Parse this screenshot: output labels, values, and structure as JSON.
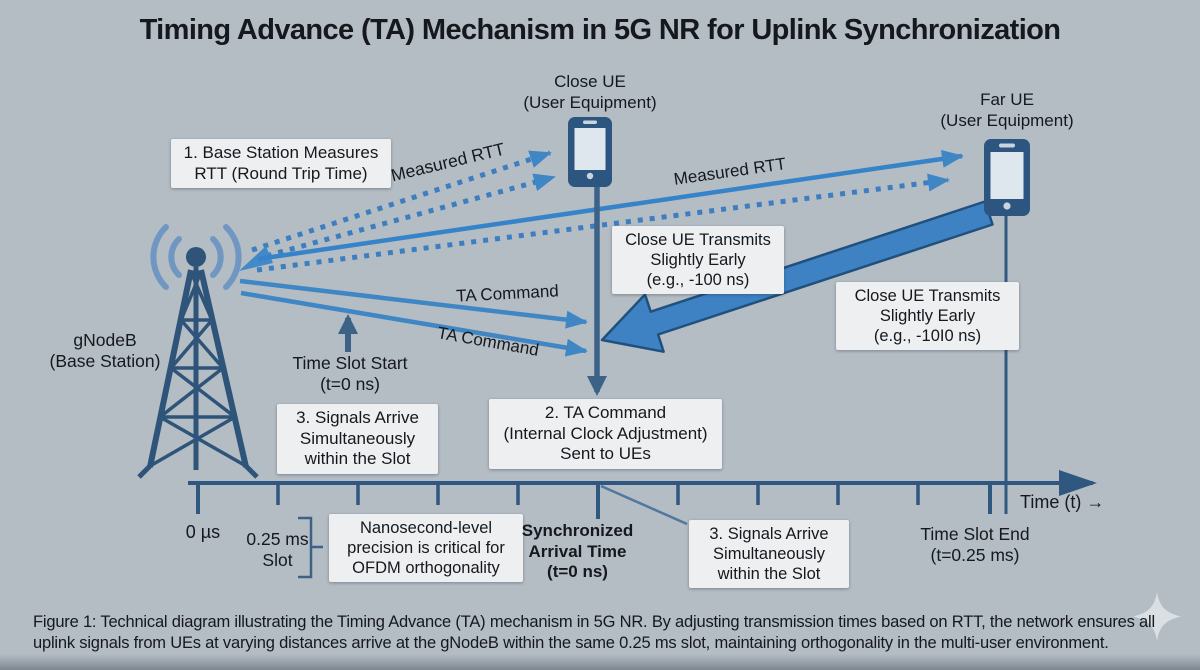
{
  "title": "Timing Advance (TA) Mechanism in 5G NR for Uplink Synchronization",
  "nodes": {
    "gnodeb": "gNodeB\n(Base Station)",
    "close_ue": "Close UE\n(User Equipment)",
    "far_ue": "Far UE\n(User Equipment)"
  },
  "steps": {
    "step1": "1. Base Station Measures\nRTT (Round Trip Time)",
    "step2": "2. TA Command\n(Internal Clock Adjustment)\nSent to UEs",
    "step3_left": "3. Signals Arrive\nSimultaneously\nwithin the Slot",
    "step3_right": "3. Signals Arrive\nSimultaneously\nwithin the Slot"
  },
  "arrows": {
    "measured_rtt_left": "Measured RTT",
    "measured_rtt_right": "Measured RTT",
    "ta_command_upper": "TA Command",
    "ta_command_lower": "TA Command",
    "close_transmit_mid": "Close UE Transmits\nSlightly Early\n(e.g., -100 ns)",
    "close_transmit_right": "Close UE Transmits\nSlightly Early\n(e.g., -10I0 ns)"
  },
  "timeline": {
    "time_slot_start": "Time Slot Start\n(t=0 ns)",
    "zero_label": "0 µs",
    "slot_label": "0.25 ms\nSlot",
    "nanosecond_note": "Nanosecond-level\nprecision is critical for\nOFDM orthogonality",
    "sync_arrival": "Synchronized\nArrival Time\n(t=0 ns)",
    "time_slot_end": "Time Slot End\n(t=0.25 ms)",
    "axis_label": "Time (t) →"
  },
  "caption": "Figure 1: Technical diagram illustrating the Timing Advance (TA) mechanism in 5G NR. By adjusting transmission times based on RTT, the network ensures all uplink signals from UEs at varying distances arrive at the gNodeB within the same 0.25 ms slot, maintaining orthogonality in the multi-user environment.",
  "colors": {
    "background": "#b4bcc4",
    "arrow_blue": "#3f86c5",
    "dark_blue": "#2f5780",
    "slate_arrow": "#3c6288",
    "box_background": "#edeff1"
  }
}
